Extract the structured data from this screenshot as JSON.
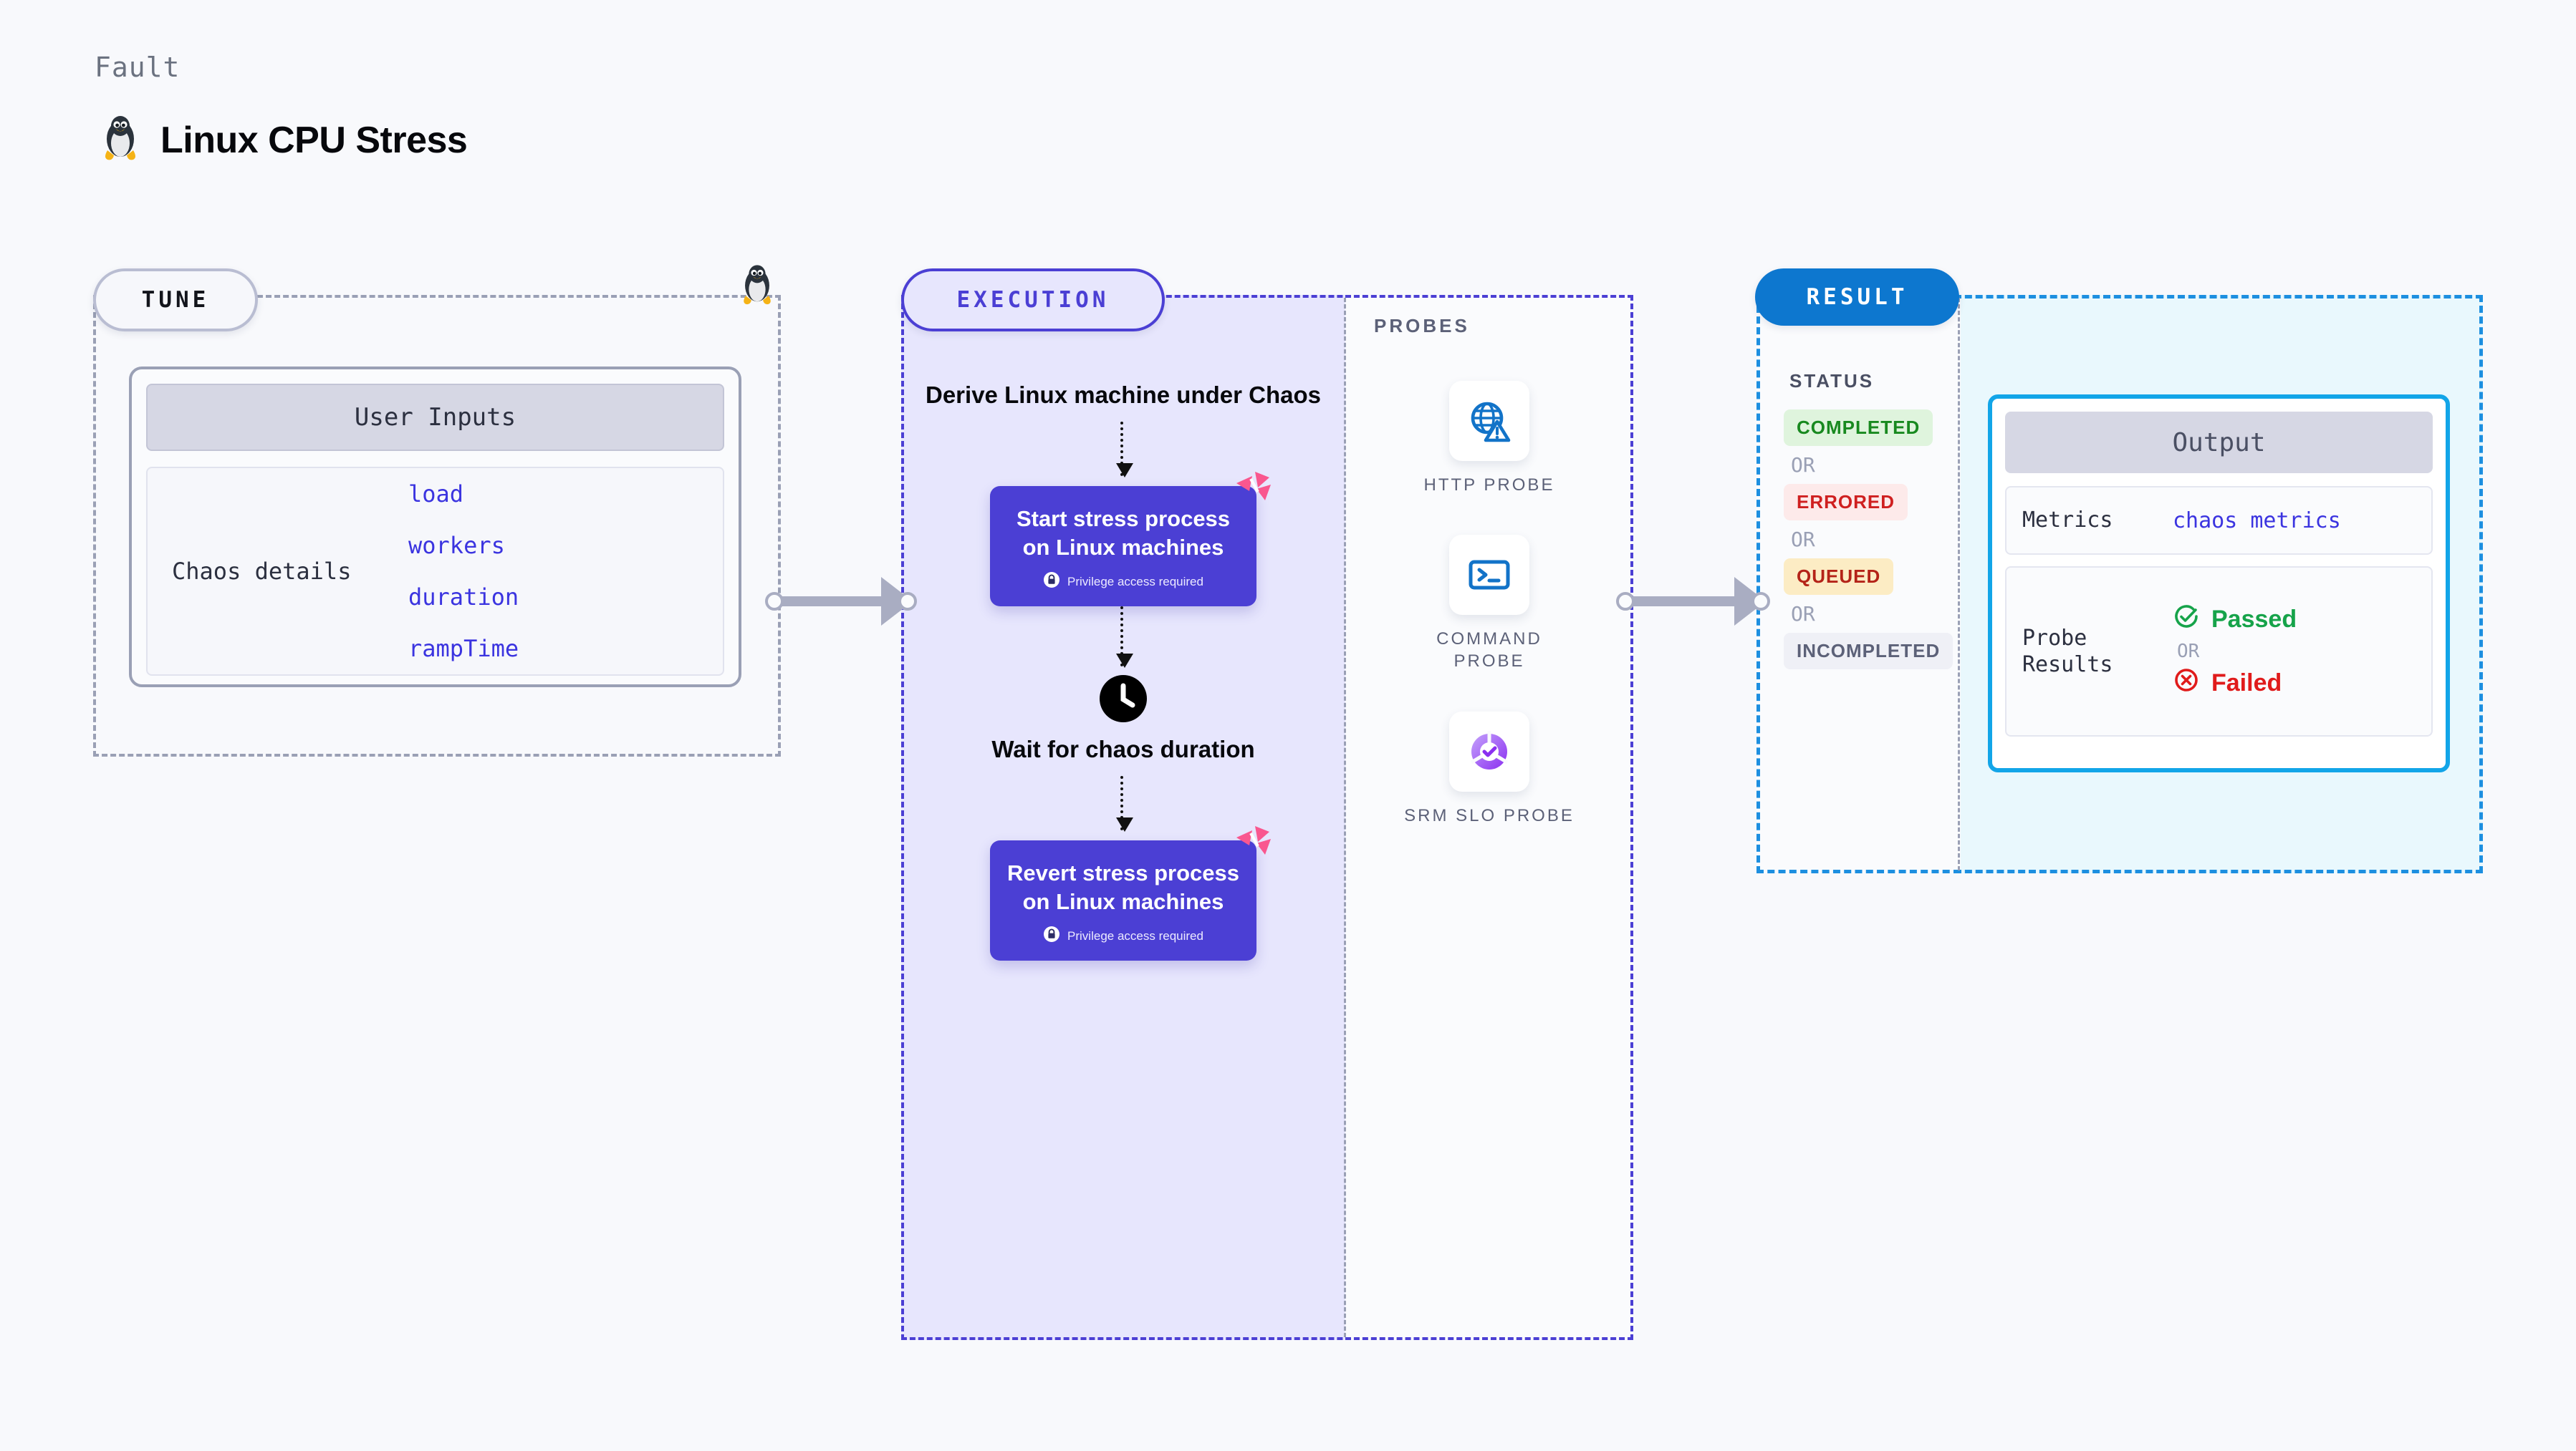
{
  "header": {
    "fault_label": "Fault",
    "title": "Linux CPU Stress",
    "icon": "linux-penguin-icon"
  },
  "tune": {
    "pill_label": "TUNE",
    "border_icon": "linux-penguin-icon",
    "card": {
      "header": "User Inputs",
      "details_label": "Chaos details",
      "params": [
        "load",
        "workers",
        "duration",
        "rampTime"
      ]
    }
  },
  "execution": {
    "pill_label": "EXECUTION",
    "steps": [
      {
        "type": "title",
        "name": "derive-step",
        "text": "Derive Linux machine under Chaos"
      },
      {
        "type": "card",
        "name": "start-stress-card",
        "title": "Start stress process on Linux machines",
        "note": "Privilege access required",
        "badge": "chaos-logo-icon",
        "note_icon": "lock-icon"
      },
      {
        "type": "wait",
        "name": "wait-step",
        "text": "Wait for chaos duration",
        "icon": "clock-icon"
      },
      {
        "type": "card",
        "name": "revert-stress-card",
        "title": "Revert stress process on Linux machines",
        "note": "Privilege access required",
        "badge": "chaos-logo-icon",
        "note_icon": "lock-icon"
      }
    ]
  },
  "probes": {
    "heading": "PROBES",
    "items": [
      {
        "label": "HTTP PROBE",
        "icon": "globe-warning-icon"
      },
      {
        "label": "COMMAND PROBE",
        "icon": "terminal-icon"
      },
      {
        "label": "SRM SLO PROBE",
        "icon": "slo-donut-check-icon"
      }
    ]
  },
  "result": {
    "pill_label": "RESULT",
    "status": {
      "heading": "STATUS",
      "or_label": "OR",
      "badges": [
        {
          "label": "COMPLETED",
          "color": "#18891f",
          "bg": "#dff4dd"
        },
        {
          "label": "ERRORED",
          "color": "#cf2020",
          "bg": "#fdeaea"
        },
        {
          "label": "QUEUED",
          "color": "#b42318",
          "bg": "#fcecc4"
        },
        {
          "label": "INCOMPLETED",
          "color": "#5c6178",
          "bg": "#eff0f6"
        }
      ]
    },
    "output": {
      "header": "Output",
      "metrics_label": "Metrics",
      "metrics_value": "chaos metrics",
      "probe_results_label": "Probe Results",
      "or_label": "OR",
      "passed_label": "Passed",
      "failed_label": "Failed",
      "passed_color": "#16a34a",
      "failed_color": "#e01b1b",
      "passed_icon": "check-circle-icon",
      "failed_icon": "x-circle-icon"
    }
  },
  "connectors": [
    {
      "name": "connector-tune-to-execution"
    },
    {
      "name": "connector-execution-to-result"
    }
  ],
  "colors": {
    "page_bg": "#f8f9fc",
    "execution_accent": "#4b3fd4",
    "result_accent": "#0d77cf",
    "output_accent": "#12a5e8",
    "param_text": "#3b34e0",
    "chaos_badge": "#f9578f"
  }
}
